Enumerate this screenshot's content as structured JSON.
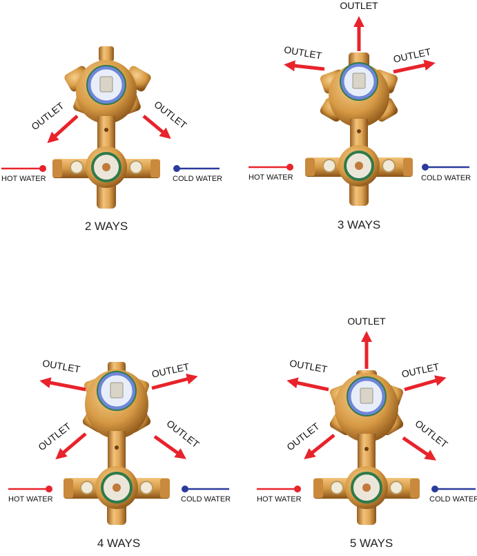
{
  "colors": {
    "outlet_arrow": "#e8232b",
    "hot_line": "#e8232b",
    "cold_line": "#2b3a9c",
    "brass_light": "#f2c27a",
    "brass_mid": "#d79a45",
    "brass_dark": "#9a5f1f",
    "cartridge_blue": "#6f86d8",
    "cartridge_green": "#2f7a4a"
  },
  "labels": {
    "outlet": "OUTLET",
    "hot_water": "HOT WATER",
    "cold_water": "COLD WATER"
  },
  "panels": [
    {
      "caption": "2 WAYS",
      "outlets": 2
    },
    {
      "caption": "3 WAYS",
      "outlets": 3
    },
    {
      "caption": "4 WAYS",
      "outlets": 4
    },
    {
      "caption": "5 WAYS",
      "outlets": 5
    }
  ]
}
